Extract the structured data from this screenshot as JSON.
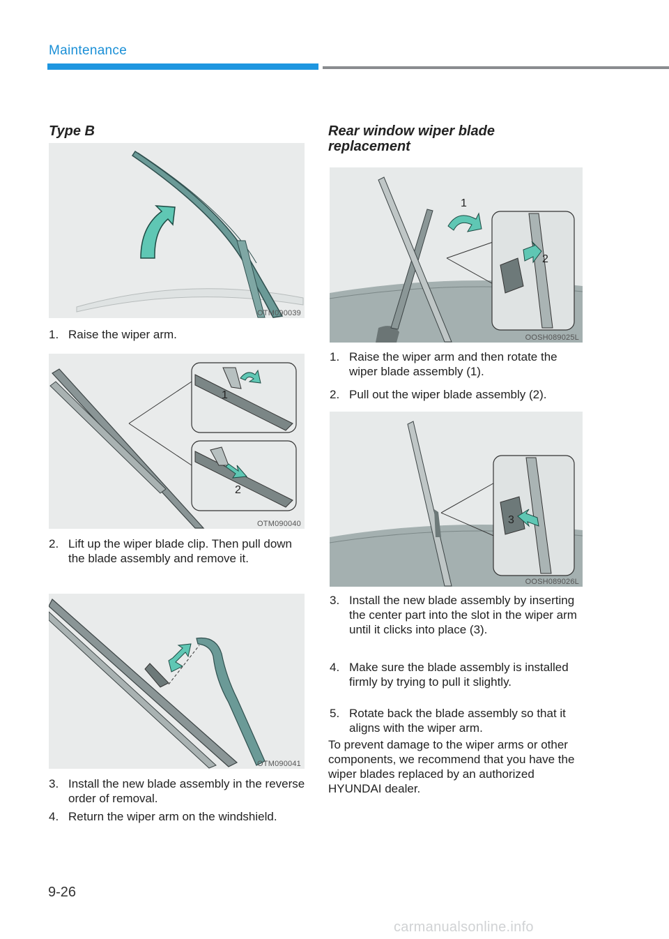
{
  "header": {
    "section": "Maintenance",
    "accent_color": "#1e96e0"
  },
  "left_column": {
    "heading": "Type B",
    "figures": [
      {
        "code": "OTM090039"
      },
      {
        "code": "OTM090040"
      },
      {
        "code": "OTM090041"
      }
    ],
    "steps": [
      {
        "num": "1.",
        "text": "Raise the wiper arm."
      },
      {
        "num": "2.",
        "text": "Lift up the wiper blade clip. Then pull down the blade assembly and remove it."
      },
      {
        "num": "3.",
        "text": "Install the new blade assembly in the reverse order of removal."
      },
      {
        "num": "4.",
        "text": "Return the wiper arm on the windshield."
      }
    ],
    "callouts": [
      "1",
      "2"
    ]
  },
  "right_column": {
    "heading": "Rear window wiper blade replacement",
    "figures": [
      {
        "code": "OOSH089025L"
      },
      {
        "code": "OOSH089026L"
      }
    ],
    "steps": [
      {
        "num": "1.",
        "text": "Raise the wiper arm and then rotate the wiper blade assembly (1)."
      },
      {
        "num": "2.",
        "text": "Pull out the wiper blade assembly (2)."
      },
      {
        "num": "3.",
        "text": "Install the new blade assembly by inserting the center part into the slot in the wiper arm until it clicks into place (3)."
      },
      {
        "num": "4.",
        "text": "Make sure the blade assembly is installed firmly by trying to pull it slightly."
      },
      {
        "num": "5.",
        "text": "Rotate back the blade assembly so that it aligns with the wiper arm."
      }
    ],
    "note": "To prevent damage to the wiper arms or other components, we recommend that you have the wiper blades replaced by an authorized HYUNDAI dealer.",
    "callouts": [
      "1",
      "2",
      "3"
    ]
  },
  "footer": {
    "page_number": "9-26",
    "watermark": "carmanualsonline.info"
  },
  "colors": {
    "arrow_fill": "#5fc7b4",
    "blade_fill": "#6b9a97",
    "figure_bg": "#e9ebeb"
  }
}
